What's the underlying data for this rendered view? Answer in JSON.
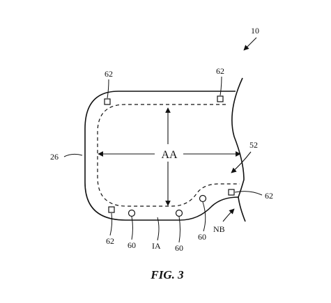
{
  "figure": {
    "caption": "FIG. 3",
    "reference_numeral": "10",
    "stroke_color": "#111111",
    "background_color": "#ffffff",
    "labels": {
      "border": "26",
      "active_area": "AA",
      "inactive_area": "IA",
      "notch_region": "NB",
      "edge": "52",
      "square_marker": "62",
      "circle_marker": "60"
    }
  }
}
